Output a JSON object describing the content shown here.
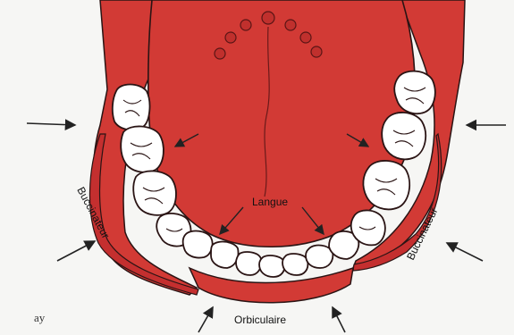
{
  "labels": {
    "langue": "Langue",
    "buccinateur_left": "Buccinateur",
    "buccinateur_right": "Buccinateur",
    "orbiculaire": "Orbiculaire",
    "signature": "ay"
  },
  "colors": {
    "muscle_red": "#d23a35",
    "dark_red": "#b8252a",
    "outline": "#2a1414",
    "tooth": "#ffffff",
    "background": "#f6f6f4"
  }
}
